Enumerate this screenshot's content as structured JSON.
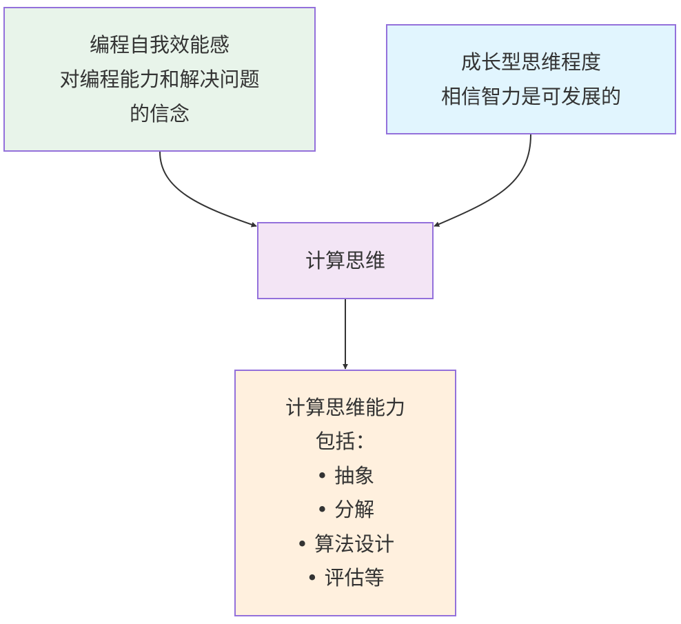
{
  "diagram": {
    "type": "flowchart",
    "colors": {
      "border": "#9370DB",
      "edge": "#333333",
      "text": "#333333"
    },
    "nodes": [
      {
        "id": "self-efficacy",
        "lines": [
          "编程自我效能感",
          "对编程能力和解决问题",
          "的信念"
        ],
        "fill": "#E8F4EA"
      },
      {
        "id": "growth-mindset",
        "lines": [
          "成长型思维程度",
          "相信智力是可发展的"
        ],
        "fill": "#E1F5FE"
      },
      {
        "id": "computational-thinking",
        "lines": [
          "计算思维"
        ],
        "fill": "#F3E5F5"
      },
      {
        "id": "ct-ability",
        "lines": [
          "计算思维能力",
          "包括：",
          "• 抽象",
          "• 分解",
          "• 算法设计",
          "• 评估等"
        ],
        "fill": "#FFF0DE"
      }
    ],
    "edges": [
      {
        "from": "self-efficacy",
        "to": "computational-thinking"
      },
      {
        "from": "growth-mindset",
        "to": "computational-thinking"
      },
      {
        "from": "computational-thinking",
        "to": "ct-ability"
      }
    ]
  }
}
